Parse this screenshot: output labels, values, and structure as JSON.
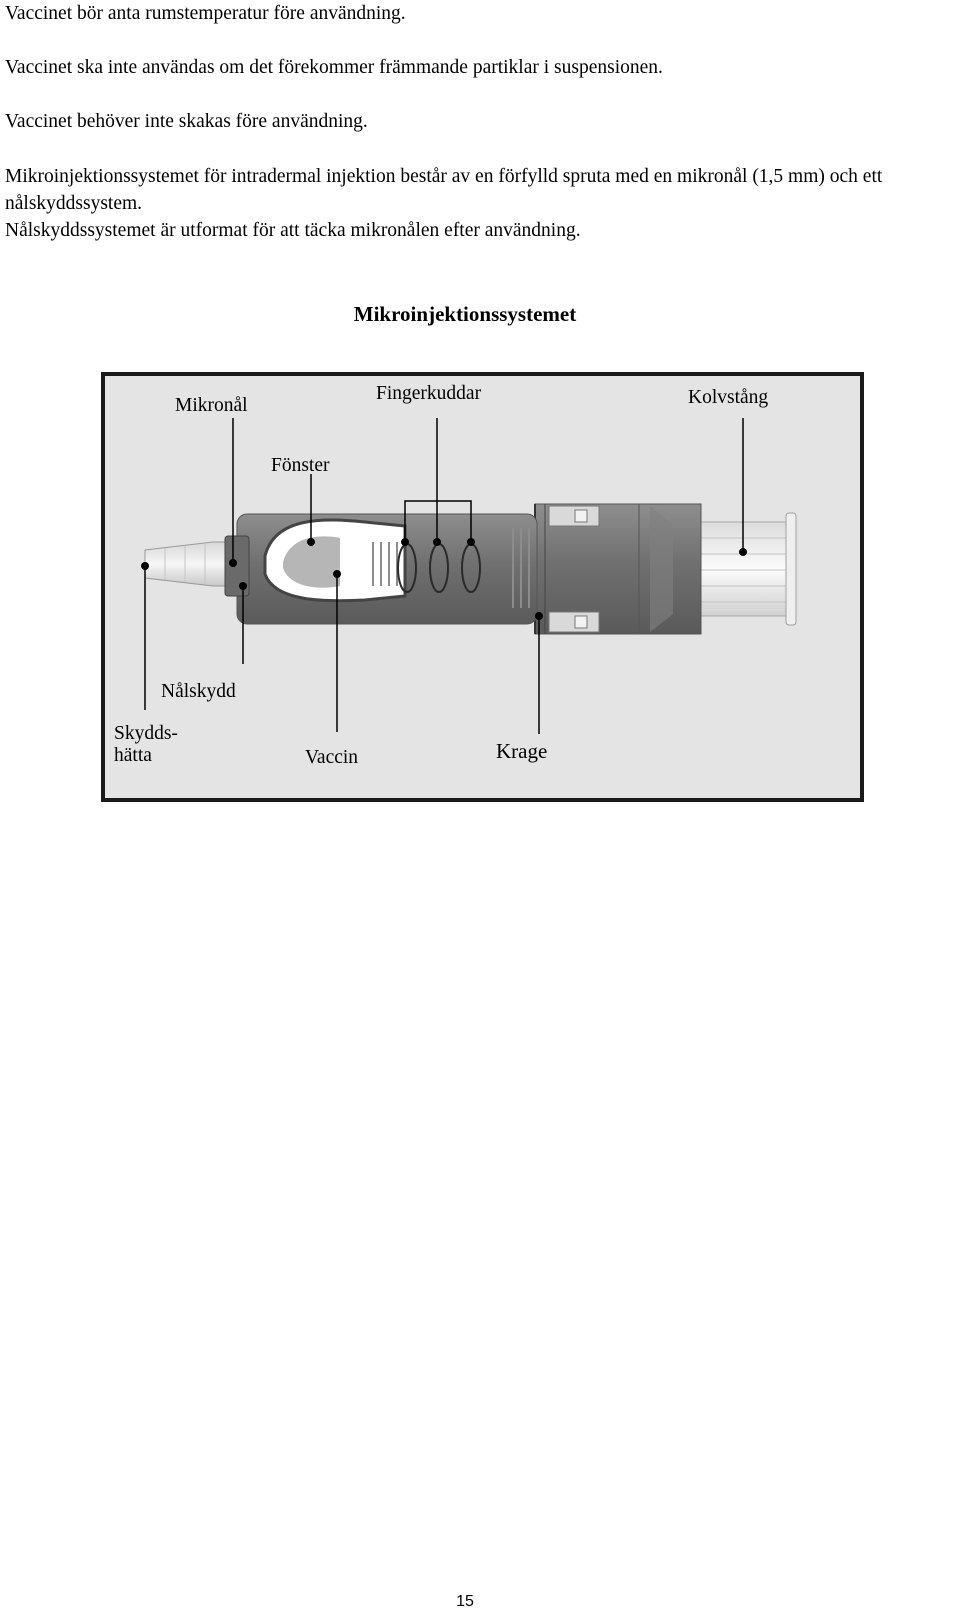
{
  "paragraphs": {
    "p1": "Vaccinet bör anta rumstemperatur före användning.",
    "p2": "Vaccinet ska inte användas om det förekommer främmande partiklar i suspensionen.",
    "p3": "Vaccinet behöver inte skakas före användning.",
    "p4_line1": "Mikroinjektionssystemet för intradermal injektion består av en förfylld spruta med en mikronål (1,5 mm) och ett nålskyddssystem.",
    "p4_line2": "Nålskyddssystemet är utformat för att täcka mikronålen efter användning."
  },
  "figure": {
    "title": "Mikroinjektionssystemet",
    "labels": {
      "mikronal": "Mikronål",
      "fingerkuddar": "Fingerkuddar",
      "kolvstang": "Kolvstång",
      "fonster": "Fönster",
      "nalskydd": "Nålskydd",
      "skydd_line1": "Skydds-",
      "skydd_line2": "hätta",
      "vaccin": "Vaccin",
      "krage": "Krage"
    }
  },
  "page_number": "15"
}
